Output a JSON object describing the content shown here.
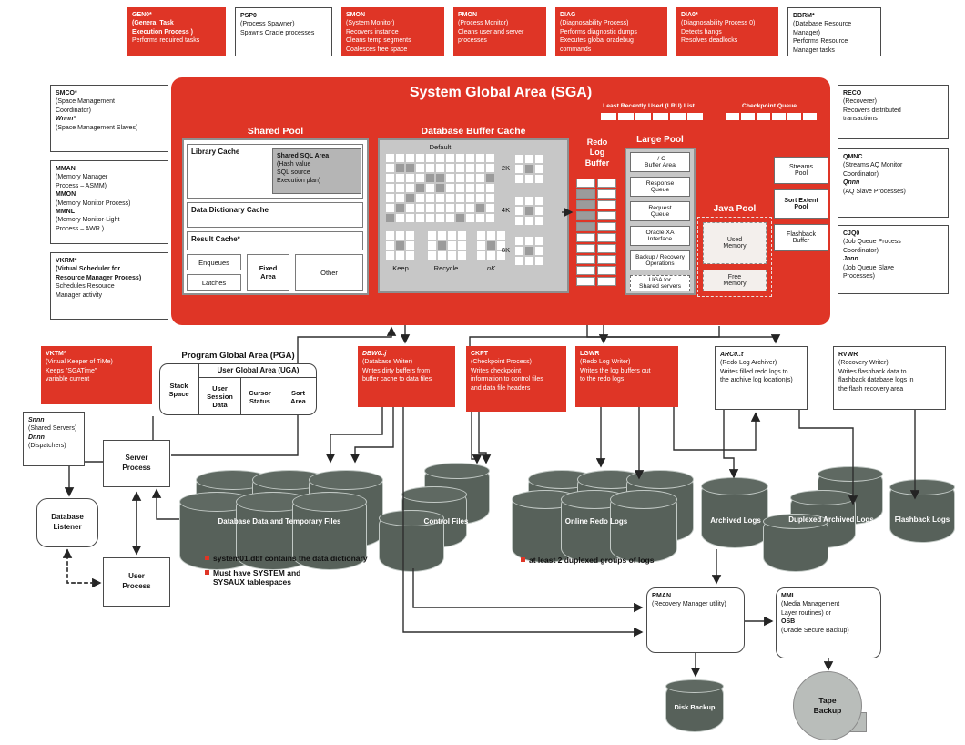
{
  "colors": {
    "sga_red": "#DF3526",
    "panel_gray": "#C7C7C7",
    "cell_gray": "#9B9B9B",
    "cyl": "#57615A",
    "cyl_top": "#5F6962",
    "tape_gray": "#B9BDBA"
  },
  "top_row": {
    "gen0": {
      "lines": [
        {
          "t": "GEN0*",
          "s": "b"
        },
        {
          "t": "(General Task",
          "s": "b"
        },
        {
          "t": "Execution Process )",
          "s": "b"
        },
        {
          "t": "Performs required tasks"
        }
      ]
    },
    "psp0": {
      "lines": [
        {
          "t": "PSP0",
          "s": "b"
        },
        {
          "t": "(Process Spawner)"
        },
        {
          "t": "Spawns Oracle processes"
        }
      ]
    },
    "smon": {
      "lines": [
        {
          "t": "SMON",
          "s": "b"
        },
        {
          "t": "(System Monitor)"
        },
        {
          "t": "Recovers instance"
        },
        {
          "t": "Cleans temp segments"
        },
        {
          "t": "Coalesces free space"
        }
      ]
    },
    "pmon": {
      "lines": [
        {
          "t": "PMON",
          "s": "b"
        },
        {
          "t": "(Process Monitor)"
        },
        {
          "t": "Cleans user and server"
        },
        {
          "t": "processes"
        }
      ]
    },
    "diag": {
      "lines": [
        {
          "t": "DIAG",
          "s": "b"
        },
        {
          "t": "(Diagnosability Process)"
        },
        {
          "t": "Performs diagnostic dumps"
        },
        {
          "t": "Executes global oradebug"
        },
        {
          "t": "commands"
        }
      ]
    },
    "dia0": {
      "lines": [
        {
          "t": "DIA0*",
          "s": "b"
        },
        {
          "t": "(Diagnosability Process 0)"
        },
        {
          "t": "Detects hangs"
        },
        {
          "t": "Resolves deadlocks"
        }
      ]
    },
    "dbrm": {
      "lines": [
        {
          "t": "DBRM*",
          "s": "b"
        },
        {
          "t": "(Database Resource"
        },
        {
          "t": "Manager)"
        },
        {
          "t": "Performs Resource"
        },
        {
          "t": "Manager tasks"
        }
      ]
    }
  },
  "left_column": {
    "smco": {
      "lines": [
        {
          "t": "SMCO*",
          "s": "b"
        },
        {
          "t": "(Space Management"
        },
        {
          "t": "Coordinator)"
        },
        {
          "t": "Wnnn*",
          "s": "bi"
        },
        {
          "t": "(Space Management Slaves)"
        }
      ]
    },
    "mman": {
      "lines": [
        {
          "t": "MMAN",
          "s": "b"
        },
        {
          "t": "(Memory Manager"
        },
        {
          "t": "Process – ASMM)"
        },
        {
          "t": "MMON",
          "s": "b"
        },
        {
          "t": "(Memory Monitor Process)"
        },
        {
          "t": "MMNL",
          "s": "b"
        },
        {
          "t": "(Memory Monitor-Light"
        },
        {
          "t": "Process – AWR )"
        }
      ]
    },
    "vkrm": {
      "lines": [
        {
          "t": "VKRM*",
          "s": "b"
        },
        {
          "t": "(Virtual Scheduler for",
          "s": "b"
        },
        {
          "t": "Resource Manager Process)",
          "s": "b"
        },
        {
          "t": "Schedules Resource"
        },
        {
          "t": "Manager activity"
        }
      ]
    }
  },
  "right_column": {
    "reco": {
      "lines": [
        {
          "t": "RECO",
          "s": "b"
        },
        {
          "t": "(Recoverer)"
        },
        {
          "t": "Recovers distributed"
        },
        {
          "t": "transactions"
        }
      ]
    },
    "qmnc": {
      "lines": [
        {
          "t": "QMNC",
          "s": "b"
        },
        {
          "t": "(Streams AQ Monitor"
        },
        {
          "t": "Coordinator)"
        },
        {
          "t": "Qnnn",
          "s": "bi"
        },
        {
          "t": "(AQ Slave Processes)"
        }
      ]
    },
    "cjq0": {
      "lines": [
        {
          "t": "CJQ0",
          "s": "b"
        },
        {
          "t": "(Job Queue Process"
        },
        {
          "t": "Coordinator)"
        },
        {
          "t": "Jnnn",
          "s": "bi"
        },
        {
          "t": "(Job Queue Slave"
        },
        {
          "t": "Processes)"
        }
      ]
    }
  },
  "sga": {
    "title": "System Global Area (SGA)",
    "lru_label": "Least Recently Used (LRU) List",
    "lru_grid": {
      "cols": 6,
      "rows": 1,
      "gray": []
    },
    "checkpoint_label": "Checkpoint Queue",
    "cpq_grid": {
      "cols": 6,
      "rows": 1,
      "gray": []
    },
    "shared_pool": {
      "title": "Shared Pool",
      "library_cache": "Library Cache",
      "shared_sql": [
        {
          "t": "Shared SQL Area",
          "s": "b"
        },
        {
          "t": "(Hash value"
        },
        {
          "t": "SQL source"
        },
        {
          "t": "Execution plan)"
        }
      ],
      "data_dictionary": "Data Dictionary Cache",
      "result_cache": "Result Cache*",
      "enqueues": "Enqueues",
      "latches": "Latches",
      "fixed_area": [
        {
          "t": "Fixed",
          "s": "b"
        },
        {
          "t": "Area",
          "s": "b"
        }
      ],
      "other": "Other"
    },
    "buffer_cache": {
      "title": "Database Buffer Cache",
      "default_label": "Default",
      "main_grid": {
        "cols": 11,
        "rows": 7,
        "gray": [
          [
            1,
            1
          ],
          [
            1,
            2
          ],
          [
            2,
            4
          ],
          [
            2,
            5
          ],
          [
            2,
            10
          ],
          [
            3,
            3
          ],
          [
            3,
            5
          ],
          [
            4,
            2
          ],
          [
            5,
            1
          ],
          [
            5,
            9
          ],
          [
            6,
            0
          ],
          [
            6,
            7
          ]
        ]
      },
      "keep_label": "Keep",
      "keep_grid": {
        "cols": 3,
        "rows": 3,
        "gray": [
          [
            1,
            1
          ]
        ]
      },
      "recycle_label": "Recycle",
      "recycle_grid": {
        "cols": 4,
        "rows": 3,
        "gray": [
          [
            1,
            1
          ]
        ]
      },
      "nk_label": [
        {
          "t": "nK",
          "s": "i"
        }
      ],
      "nk_grid": {
        "cols": 3,
        "rows": 3,
        "gray": [
          [
            1,
            1
          ]
        ]
      },
      "size_grids": [
        {
          "label": "2K",
          "grid": {
            "cols": 3,
            "rows": 3,
            "gray": [
              [
                1,
                1
              ]
            ]
          }
        },
        {
          "label": "4K",
          "grid": {
            "cols": 3,
            "rows": 3,
            "gray": [
              [
                1,
                1
              ]
            ]
          }
        },
        {
          "label": "8K",
          "grid": {
            "cols": 3,
            "rows": 3,
            "gray": [
              [
                1,
                1
              ]
            ]
          }
        }
      ]
    },
    "redo": {
      "label": [
        {
          "t": "Redo",
          "s": "b"
        },
        {
          "t": "Log",
          "s": "b"
        },
        {
          "t": "Buffer",
          "s": "b"
        }
      ],
      "grid": {
        "cols": 2,
        "rows": 10,
        "gray": [
          [
            1,
            0
          ],
          [
            2,
            0
          ],
          [
            3,
            0
          ],
          [
            4,
            0
          ]
        ]
      }
    },
    "large_pool": {
      "title": "Large Pool",
      "items": [
        [
          {
            "t": "I / O"
          },
          {
            "t": "Buffer Area"
          }
        ],
        [
          {
            "t": "Response"
          },
          {
            "t": "Queue"
          }
        ],
        [
          {
            "t": "Request"
          },
          {
            "t": "Queue"
          }
        ],
        [
          {
            "t": "Oracle XA"
          },
          {
            "t": "Interface"
          }
        ],
        [
          {
            "t": "Backup / Recovery"
          },
          {
            "t": "Operations"
          }
        ],
        [
          {
            "t": "UGA for"
          },
          {
            "t": "Shared servers"
          }
        ]
      ]
    },
    "java_pool": {
      "title": "Java Pool",
      "used": [
        {
          "t": "Used"
        },
        {
          "t": "Memory"
        }
      ],
      "free": [
        {
          "t": "Free"
        },
        {
          "t": "Memory"
        }
      ]
    },
    "streams_pool": [
      {
        "t": "Streams"
      },
      {
        "t": "Pool"
      }
    ],
    "sort_extent_pool": [
      {
        "t": "Sort Extent",
        "s": "b"
      },
      {
        "t": "Pool",
        "s": "b"
      }
    ],
    "flashback_buffer": [
      {
        "t": "Flashback"
      },
      {
        "t": "Buffer"
      }
    ]
  },
  "vktm": {
    "lines": [
      {
        "t": "VKTM*",
        "s": "b"
      },
      {
        "t": "(Virtual Keeper of TiMe)"
      },
      {
        "t": "Keeps \"SGATime\""
      },
      {
        "t": "variable current"
      }
    ]
  },
  "pga": {
    "title": "Program Global Area (PGA)",
    "uga_title": "User Global Area (UGA)",
    "stack": [
      {
        "t": "Stack",
        "s": "b"
      },
      {
        "t": "Space",
        "s": "b"
      }
    ],
    "cell1": [
      {
        "t": "User",
        "s": "b"
      },
      {
        "t": "Session",
        "s": "b"
      },
      {
        "t": "Data",
        "s": "b"
      }
    ],
    "cell2": [
      {
        "t": "Cursor",
        "s": "b"
      },
      {
        "t": "Status",
        "s": "b"
      }
    ],
    "cell3": [
      {
        "t": "Sort",
        "s": "b"
      },
      {
        "t": "Area",
        "s": "b"
      }
    ]
  },
  "writers": {
    "dbw": {
      "lines": [
        {
          "t": "DBW0..j",
          "s": "bi"
        },
        {
          "t": "(Database Writer)"
        },
        {
          "t": "Writes dirty buffers from"
        },
        {
          "t": "buffer cache to data files"
        }
      ]
    },
    "ckpt": {
      "lines": [
        {
          "t": "CKPT",
          "s": "b"
        },
        {
          "t": "(Checkpoint Process)"
        },
        {
          "t": "Writes checkpoint"
        },
        {
          "t": "information to control files"
        },
        {
          "t": "and data file headers"
        }
      ]
    },
    "lgwr": {
      "lines": [
        {
          "t": "LGWR",
          "s": "b"
        },
        {
          "t": "(Redo Log Writer)"
        },
        {
          "t": "Writes the log buffers out"
        },
        {
          "t": "to the redo logs"
        }
      ]
    },
    "arc": {
      "lines": [
        {
          "t": "ARC0..t",
          "s": "bi"
        },
        {
          "t": "(Redo Log Archiver)"
        },
        {
          "t": "Writes filled redo logs to"
        },
        {
          "t": "the archive log location(s)"
        }
      ]
    },
    "rvwr": {
      "lines": [
        {
          "t": "RVWR",
          "s": "b"
        },
        {
          "t": "(Recovery Writer)"
        },
        {
          "t": "Writes flashback data to"
        },
        {
          "t": "flashback database logs in"
        },
        {
          "t": "the flash recovery area"
        }
      ]
    }
  },
  "client": {
    "snnn": {
      "lines": [
        {
          "t": "Snnn",
          "s": "bi"
        },
        {
          "t": "(Shared Servers)"
        },
        {
          "t": "Dnnn",
          "s": "bi"
        },
        {
          "t": "(Dispatchers)"
        }
      ]
    },
    "server": [
      {
        "t": "Server",
        "s": "b"
      },
      {
        "t": "Process",
        "s": "b"
      }
    ],
    "listener": [
      {
        "t": "Database",
        "s": "b"
      },
      {
        "t": "Listener",
        "s": "b"
      }
    ],
    "user": [
      {
        "t": "User",
        "s": "b"
      },
      {
        "t": "Process",
        "s": "b"
      }
    ]
  },
  "storage": {
    "datafiles": "Database Data and Temporary Files",
    "control": "Control Files",
    "online_redo": "Online Redo Logs",
    "archived": "Archived Logs",
    "duplexed": "Duplexed Archived Logs",
    "flashback": "Flashback Logs"
  },
  "notes": {
    "n1": "system01.dbf contains the data dictionary",
    "n2": [
      {
        "t": "Must have SYSTEM and"
      },
      {
        "t": "SYSAUX tablespaces"
      }
    ],
    "n3": "at least 2 duplexed groups of logs"
  },
  "backup": {
    "rman": {
      "lines": [
        {
          "t": "RMAN",
          "s": "b"
        },
        {
          "t": "(Recovery Manager utility)"
        }
      ]
    },
    "mml": {
      "lines": [
        {
          "t": "MML",
          "s": "b"
        },
        {
          "t": "(Media Management"
        },
        {
          "t": "Layer routines) or"
        },
        {
          "t": "OSB",
          "s": "b"
        },
        {
          "t": "(Oracle Secure Backup)"
        }
      ]
    },
    "disk": "Disk Backup",
    "tape": [
      {
        "t": "Tape",
        "s": "b"
      },
      {
        "t": "Backup",
        "s": "b"
      }
    ]
  }
}
